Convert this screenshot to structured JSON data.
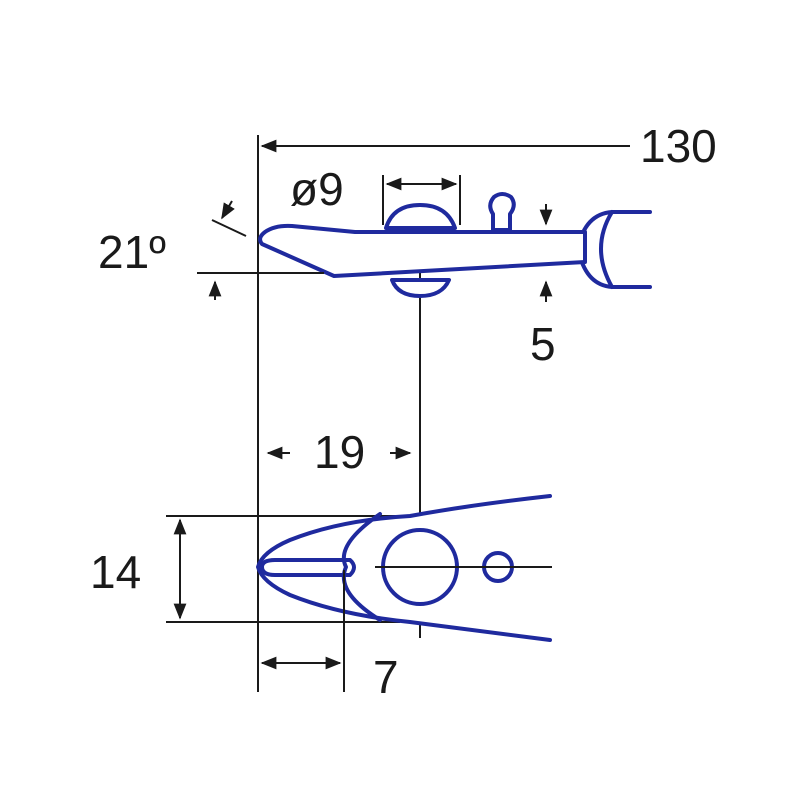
{
  "dimensions": {
    "overall_length": "130",
    "pivot_diameter": "ø9",
    "jaw_angle": "21º",
    "head_thickness": "5",
    "pivot_distance": "19",
    "head_width": "14",
    "jaw_length": "7"
  },
  "colors": {
    "tool_outline": "#1f2a9e",
    "dimension_lines": "#1a1a1a",
    "background": "#ffffff"
  }
}
